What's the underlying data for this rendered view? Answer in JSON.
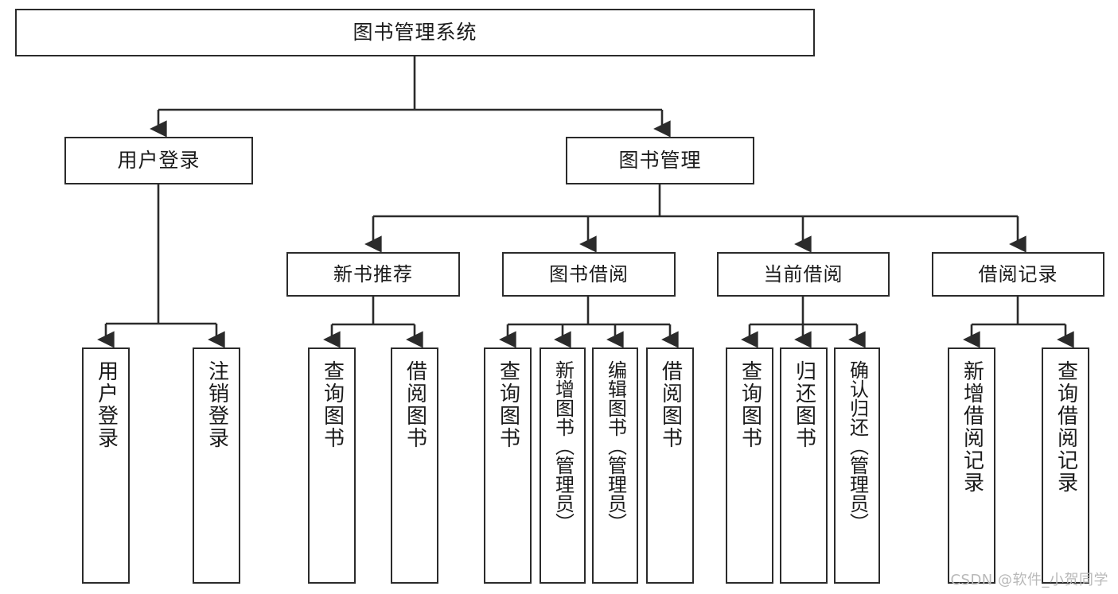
{
  "diagram": {
    "title": "图书管理系统",
    "type": "hierarchy-tree",
    "style": {
      "background": "#ffffff",
      "node_fill": "#ffffff",
      "node_stroke": "#2b2b2b",
      "edge_stroke": "#2b2b2b",
      "text_color": "#1b1b1b"
    },
    "watermark": "CSDN @软件_小贺同学"
  },
  "nodes": {
    "root": {
      "label": "图书管理系统",
      "level": 0
    },
    "level1": [
      {
        "id": "user_login",
        "label": "用户登录"
      },
      {
        "id": "book_manage",
        "label": "图书管理"
      }
    ],
    "level2": [
      {
        "id": "new_book_rec",
        "label": "新书推荐",
        "parent": "book_manage"
      },
      {
        "id": "book_borrow",
        "label": "图书借阅",
        "parent": "book_manage"
      },
      {
        "id": "current_borrow",
        "label": "当前借阅",
        "parent": "book_manage"
      },
      {
        "id": "borrow_record",
        "label": "借阅记录",
        "parent": "book_manage"
      }
    ],
    "leaves": [
      {
        "id": "leaf_user_login",
        "label": "用户登录",
        "parent": "user_login"
      },
      {
        "id": "leaf_user_logout",
        "label": "注销登录",
        "parent": "user_login"
      },
      {
        "id": "leaf_query_book_1",
        "label": "查询图书",
        "parent": "new_book_rec"
      },
      {
        "id": "leaf_borrow_book_1",
        "label": "借阅图书",
        "parent": "new_book_rec"
      },
      {
        "id": "leaf_query_book_2",
        "label": "查询图书",
        "parent": "book_borrow"
      },
      {
        "id": "leaf_add_book",
        "label": "新增图书（管理员）",
        "parent": "book_borrow"
      },
      {
        "id": "leaf_edit_book",
        "label": "编辑图书（管理员）",
        "parent": "book_borrow"
      },
      {
        "id": "leaf_borrow_book_2",
        "label": "借阅图书",
        "parent": "book_borrow"
      },
      {
        "id": "leaf_query_book_3",
        "label": "查询图书",
        "parent": "current_borrow"
      },
      {
        "id": "leaf_return_book",
        "label": "归还图书",
        "parent": "current_borrow"
      },
      {
        "id": "leaf_confirm_return",
        "label": "确认归还（管理员）",
        "parent": "current_borrow"
      },
      {
        "id": "leaf_add_record",
        "label": "新增借阅记录",
        "parent": "borrow_record"
      },
      {
        "id": "leaf_query_record",
        "label": "查询借阅记录",
        "parent": "borrow_record"
      }
    ]
  }
}
